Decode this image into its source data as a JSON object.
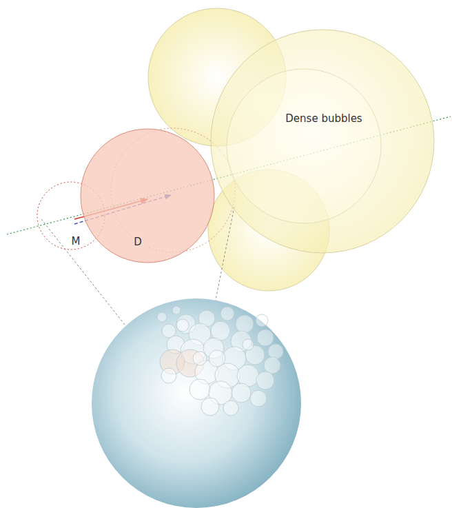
{
  "diagram": {
    "nodes": [
      {
        "text": [
          "Dense bubbles"
        ]
      },
      {
        "text": [
          "M"
        ]
      },
      {
        "text": [
          "D"
        ]
      }
    ]
  }
}
